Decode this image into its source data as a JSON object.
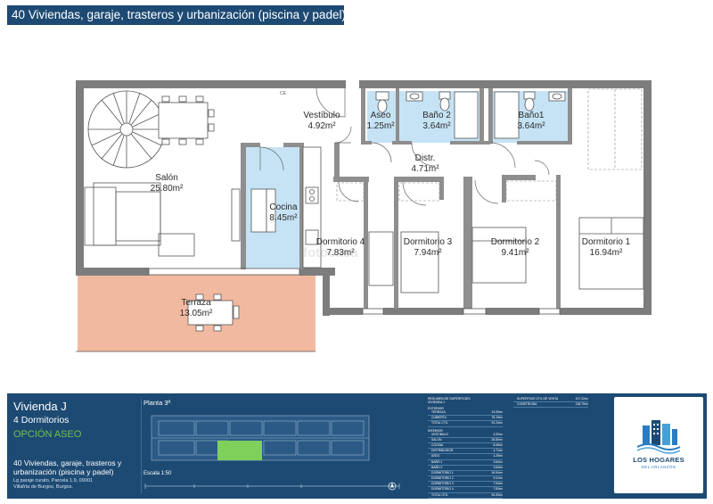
{
  "header": {
    "title": "40 Viviendas, garaje, trasteros y urbanización (piscina y padel)"
  },
  "rooms": [
    {
      "id": "salon",
      "name": "Salón",
      "area": "25.80m²"
    },
    {
      "id": "vestibulo",
      "name": "Vestíbulo",
      "area": "4.92m²"
    },
    {
      "id": "aseo",
      "name": "Aseo",
      "area": "1.25m²"
    },
    {
      "id": "bano2",
      "name": "Baño 2",
      "area": "3.64m²"
    },
    {
      "id": "bano1",
      "name": "Baño1",
      "area": "3.64m²"
    },
    {
      "id": "distr",
      "name": "Distr.",
      "area": "4.71m²"
    },
    {
      "id": "cocina",
      "name": "Cocina",
      "area": "8.45m²"
    },
    {
      "id": "dorm4",
      "name": "Dormitorio 4",
      "area": "7.83m²"
    },
    {
      "id": "dorm3",
      "name": "Dormitorio 3",
      "area": "7.94m²"
    },
    {
      "id": "dorm2",
      "name": "Dormitorio 2",
      "area": "9.41m²"
    },
    {
      "id": "dorm1",
      "name": "Dormitorio 1",
      "area": "16.94m²"
    },
    {
      "id": "terraza",
      "name": "Terraza",
      "area": "13.05m²"
    }
  ],
  "plan_marks": {
    "ce": "CE"
  },
  "watermark": "fotocasa",
  "footer": {
    "apartment": "Vivienda J",
    "rooms": "4 Dormitorios",
    "option": "OPCIÓN ASEO",
    "project": "40 Viviendas, garaje, trasteros y urbanización (piscina y padel)",
    "address_line1": "Lg paraje curato, Parcela 1.9, 09001",
    "address_line2": "Villafría de Burgos, Burgos.",
    "floor": "Planta 3ª",
    "scale": "Escala 1:50"
  },
  "surface_table": {
    "title": "RESUMEN DE SUPERFICIES",
    "subtitle": "VIVIENDA J",
    "exterior_header": "EXTERIOR",
    "exterior": [
      {
        "label": "TERRAZA",
        "value": "13.05m²"
      },
      {
        "label": "CUBIERTA",
        "value": "78.19m²"
      },
      {
        "label": "TOTAL CTIL",
        "value": "91.24m²"
      }
    ],
    "interior_header": "INTERIOR",
    "interior": [
      {
        "label": "VESTIBULO",
        "value": "4.92m²"
      },
      {
        "label": "SALON",
        "value": "25.80m²"
      },
      {
        "label": "COCINA",
        "value": "8.45m²"
      },
      {
        "label": "DISTRIBUIDOR",
        "value": "4.71m²"
      },
      {
        "label": "ASEO",
        "value": "1.25m²"
      },
      {
        "label": "BAÑO 1",
        "value": "3.64m²"
      },
      {
        "label": "BAÑO 2",
        "value": "3.64m²"
      },
      {
        "label": "DORMITORIO 1",
        "value": "16.94m²"
      },
      {
        "label": "DORMITORIO 2",
        "value": "9.41m²"
      },
      {
        "label": "DORMITORIO 3",
        "value": "7.94m²"
      },
      {
        "label": "DORMITORIO 4",
        "value": "7.83m²"
      },
      {
        "label": "TOTAL ÚTIL",
        "value": "94.53m²"
      }
    ]
  },
  "summary_table": [
    {
      "label": "SUPERFICIE ÚTIL DE VENTA",
      "value": "107.22m²"
    },
    {
      "label": "CONSTRUIDA",
      "value": "136.79m²"
    }
  ],
  "logo": {
    "name": "LOS HOGARES",
    "subtitle": "DEL ARLANZÓN"
  },
  "colors": {
    "brand_blue": "#1d4a73",
    "option_green": "#6fc24a",
    "wet_area": "#c6e3f5",
    "terrace": "#f2b9a1",
    "keyplan_highlight": "#7fd05a"
  }
}
